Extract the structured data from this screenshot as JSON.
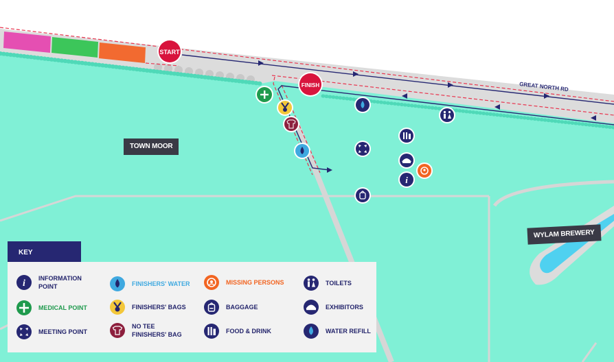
{
  "map": {
    "start_label": "START",
    "finish_label": "FINISH",
    "road_label": "GREAT NORTH RD",
    "areas": {
      "town_moor": "TOWN MOOR",
      "wylam_brewery": "WYLAM BREWERY"
    }
  },
  "key": {
    "title": "KEY",
    "items": [
      {
        "label": "INFORMATION\nPOINT",
        "icon": "information-point-icon",
        "color": "#23246b"
      },
      {
        "label": "MEDICAL POINT",
        "icon": "medical-point-icon",
        "color": "#1f9a4d"
      },
      {
        "label": "MEETING POINT",
        "icon": "meeting-point-icon",
        "color": "#23246b"
      },
      {
        "label": "FINISHERS' WATER",
        "icon": "finishers-water-icon",
        "color": "#3fa9e0"
      },
      {
        "label": "FINISHERS' BAGS",
        "icon": "finishers-bags-icon",
        "color": "#23246b"
      },
      {
        "label": "NO TEE\nFINISHERS' BAG",
        "icon": "no-tee-finishers-bag-icon",
        "color": "#23246b"
      },
      {
        "label": "MISSING PERSONS",
        "icon": "missing-persons-icon",
        "color": "#f26522"
      },
      {
        "label": "BAGGAGE",
        "icon": "baggage-icon",
        "color": "#23246b"
      },
      {
        "label": "FOOD & DRINK",
        "icon": "food-drink-icon",
        "color": "#23246b"
      },
      {
        "label": "TOILETS",
        "icon": "toilets-icon",
        "color": "#23246b"
      },
      {
        "label": "EXHIBITORS",
        "icon": "exhibitors-icon",
        "color": "#23246b"
      },
      {
        "label": "WATER REFILL",
        "icon": "water-refill-icon",
        "color": "#23246b"
      }
    ]
  },
  "colors": {
    "grass": "#7ff3d8",
    "water": "#4fd1f0",
    "navy": "#262772",
    "route_red": "#e8344e",
    "start_finish": "#d8143d",
    "path_grey": "#d4d4d4"
  }
}
